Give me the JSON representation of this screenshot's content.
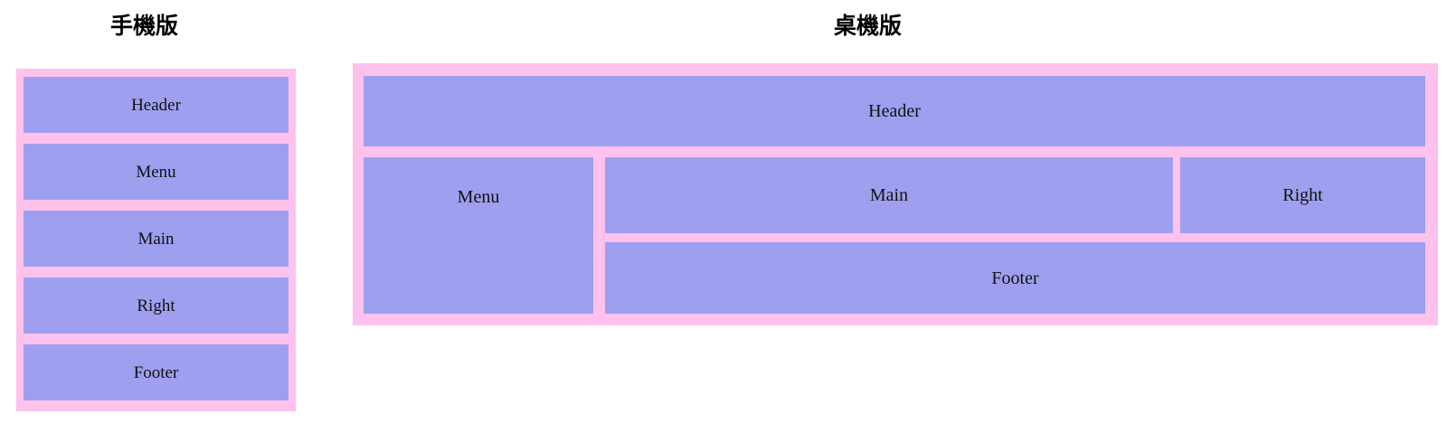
{
  "theme": {
    "pink": "#ffc2ec",
    "purple": "#9f9ff0",
    "text": "#111111",
    "heading_text": "#000000",
    "background": "#ffffff"
  },
  "headings": {
    "mobile": "手機版",
    "desktop": "桌機版"
  },
  "mobile_layout": {
    "blocks": [
      {
        "label": "Header"
      },
      {
        "label": "Menu"
      },
      {
        "label": "Main"
      },
      {
        "label": "Right"
      },
      {
        "label": "Footer"
      }
    ]
  },
  "desktop_layout": {
    "blocks": [
      {
        "label": "Header"
      },
      {
        "label": "Menu"
      },
      {
        "label": "Main"
      },
      {
        "label": "Right"
      },
      {
        "label": "Footer"
      }
    ]
  }
}
